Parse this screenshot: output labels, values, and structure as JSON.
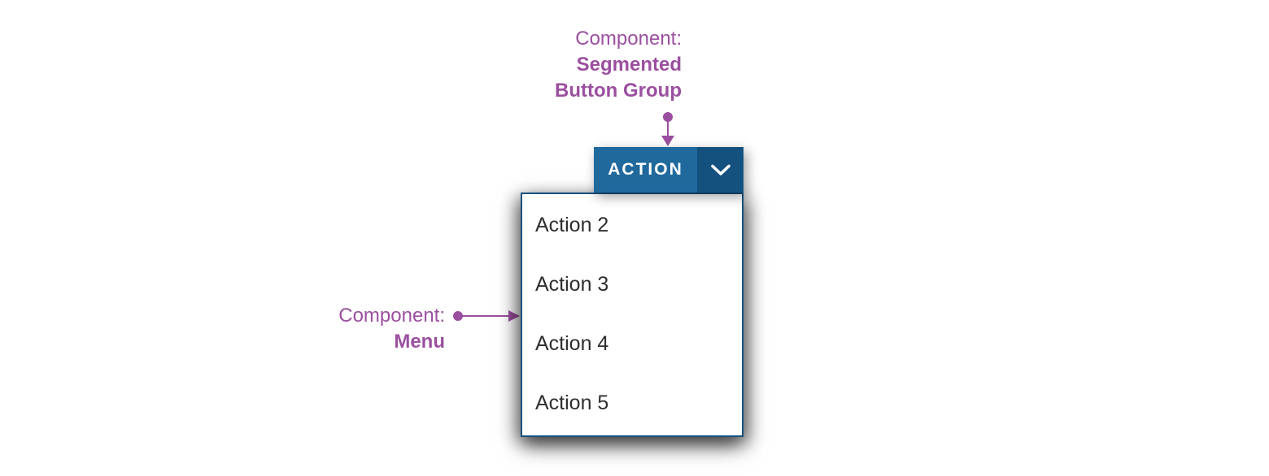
{
  "colors": {
    "annotation": "#9b4f9f",
    "button-primary": "#20699d",
    "button-dropdown": "#15517f",
    "button-text": "#ffffff",
    "menu-border": "#15517f",
    "menu-bg": "#ffffff",
    "menu-text": "#2e2e2e"
  },
  "annotations": {
    "segmented_button_group": {
      "prefix": "Component:",
      "name_line1": "Segmented",
      "name_line2": "Button Group"
    },
    "menu": {
      "prefix": "Component:",
      "name": "Menu"
    }
  },
  "segmented_button": {
    "action_label": "ACTION",
    "dropdown_icon": "chevron-down"
  },
  "menu": {
    "items": [
      "Action 2",
      "Action 3",
      "Action 4",
      "Action 5"
    ]
  }
}
